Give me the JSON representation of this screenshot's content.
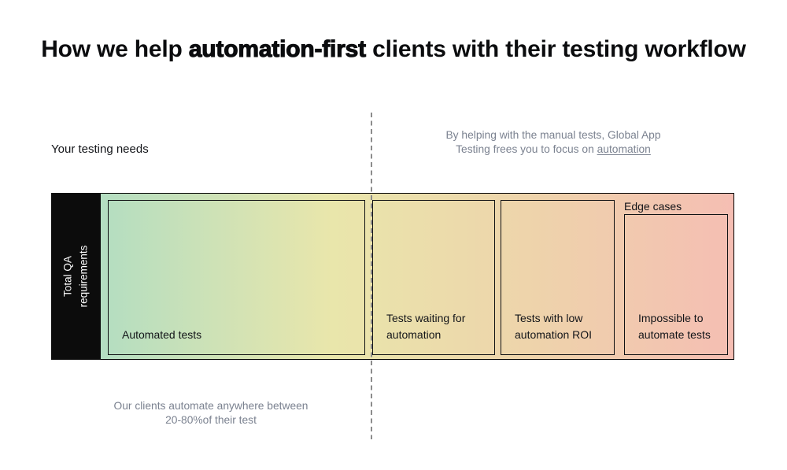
{
  "title": {
    "prefix": "How we help ",
    "emphasis": "automation-first",
    "suffix": " clients with their testing workflow"
  },
  "left_label": "Your testing needs",
  "notes": {
    "right": {
      "line1": "By helping with the manual tests, Global App",
      "line2_prefix": "Testing frees you to focus on ",
      "line2_link": "automation"
    },
    "bottom": {
      "line1": "Our clients automate anywhere between",
      "line2": "20-80%of their test"
    }
  },
  "bar": {
    "axis_label_line1": "Total QA",
    "axis_label_line2": "requirements",
    "edge_cases_label": "Edge cases",
    "segments": [
      {
        "name": "automated-tests",
        "label_line1": "Automated tests",
        "label_line2": ""
      },
      {
        "name": "tests-waiting-automation",
        "label_line1": "Tests waiting for",
        "label_line2": "automation"
      },
      {
        "name": "tests-low-automation-roi",
        "label_line1": "Tests with low",
        "label_line2": "automation ROI"
      },
      {
        "name": "impossible-automate-tests",
        "label_line1": "Impossible to",
        "label_line2": "automate tests"
      }
    ]
  },
  "colors": {
    "axis-bg": "#0c0c0c",
    "muted-text": "#7b8290",
    "ink": "#131519",
    "line-gray": "#8c8c8c",
    "grad-0": "#a8dcc6",
    "grad-1": "#e9e6ab",
    "grad-2": "#eed3ab",
    "grad-3": "#f5beb3"
  }
}
